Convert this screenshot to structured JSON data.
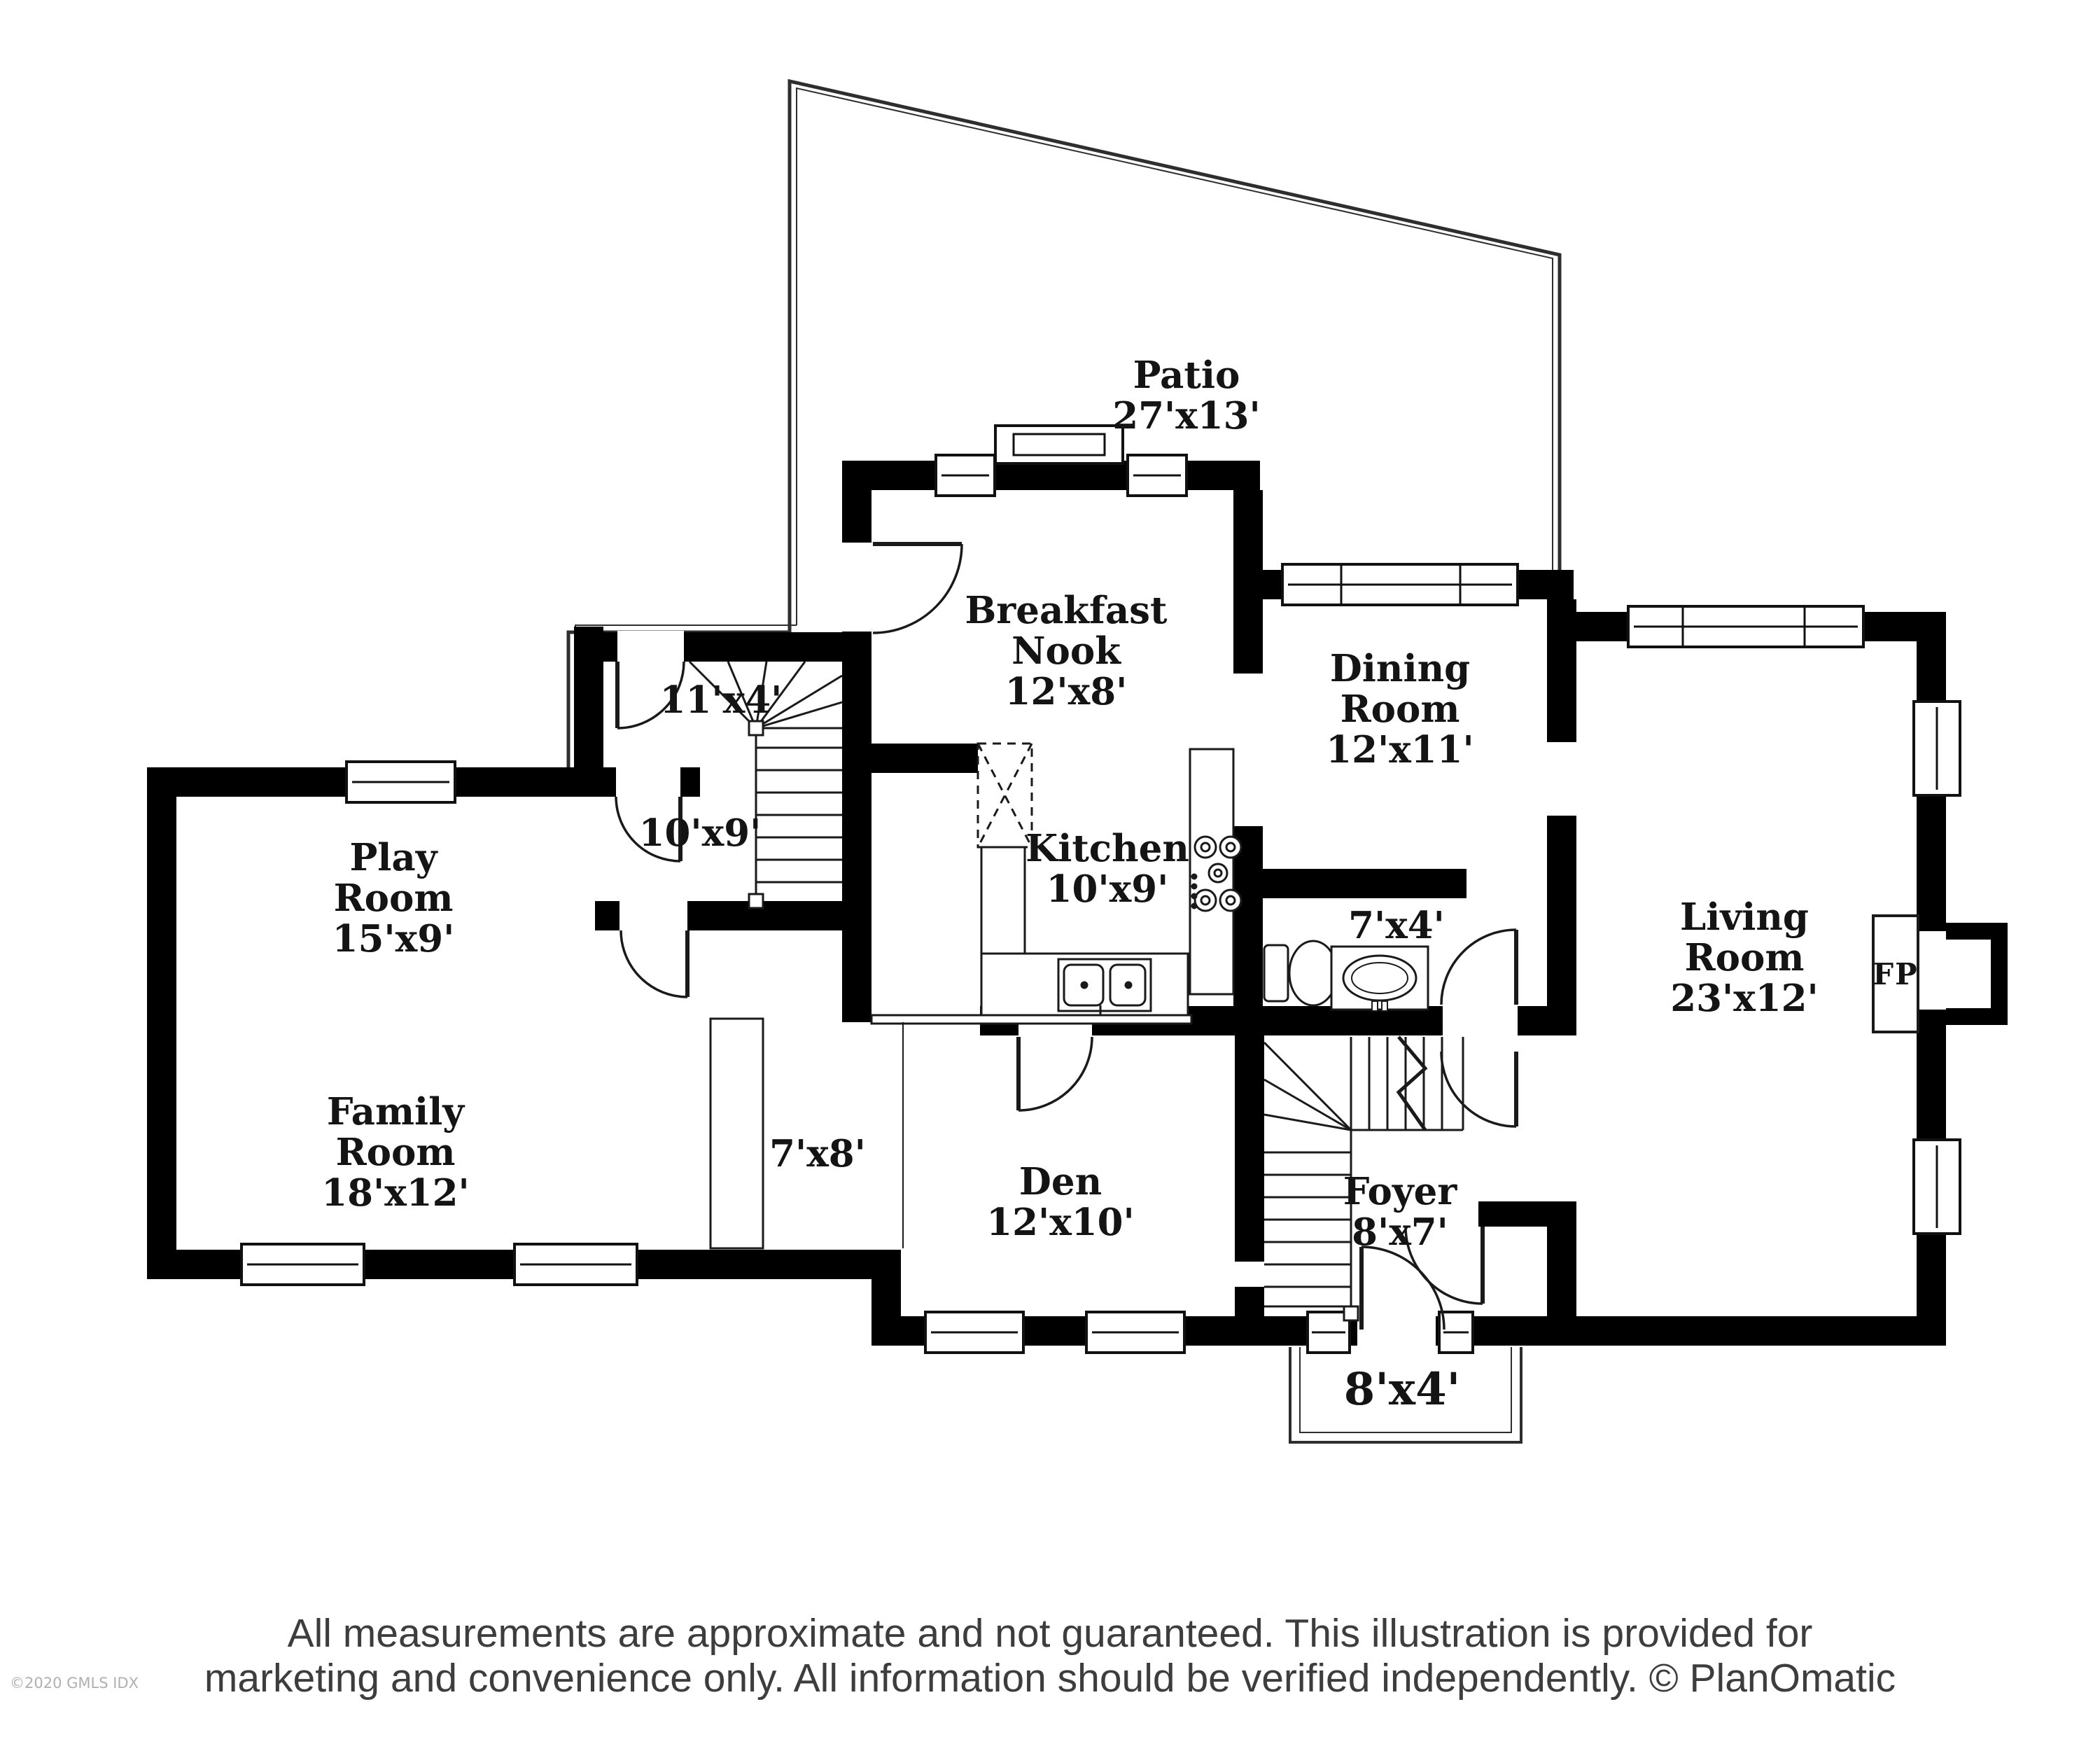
{
  "floorplan": {
    "rooms": {
      "patio": {
        "lines": [
          "Patio",
          "27'x13'"
        ]
      },
      "mudroom": {
        "lines": [
          "11'x4'"
        ]
      },
      "stair_hall": {
        "lines": [
          "10'x9'"
        ]
      },
      "breakfast_nook": {
        "lines": [
          "Breakfast",
          "Nook",
          "12'x8'"
        ]
      },
      "dining_room": {
        "lines": [
          "Dining",
          "Room",
          "12'x11'"
        ]
      },
      "play_room": {
        "lines": [
          "Play",
          "Room",
          "15'x9'"
        ]
      },
      "kitchen": {
        "lines": [
          "Kitchen",
          "10'x9'"
        ]
      },
      "bathroom": {
        "lines": [
          "7'x4'"
        ]
      },
      "living_room": {
        "lines": [
          "Living",
          "Room",
          "23'x12'"
        ]
      },
      "fireplace": {
        "lines": [
          "FP"
        ]
      },
      "family_room": {
        "lines": [
          "Family",
          "Room",
          "18'x12'"
        ]
      },
      "closet_area": {
        "lines": [
          "7'x8'"
        ]
      },
      "den": {
        "lines": [
          "Den",
          "12'x10'"
        ]
      },
      "foyer": {
        "lines": [
          "Foyer",
          "8'x7'"
        ]
      },
      "stoop": {
        "lines": [
          "8'x4'"
        ]
      }
    },
    "features": [
      "staircase-icon",
      "winder-staircase-icon",
      "toilet-icon",
      "vanity-sink-icon",
      "kitchen-sink-icon",
      "cooktop-icon",
      "refrigerator-icon",
      "fireplace-icon",
      "window-icon",
      "door-icon",
      "patio-outline",
      "front-stoop-outline"
    ]
  },
  "footer": {
    "line1": "All measurements are approximate and not guaranteed. This illustration is provided for",
    "line2": "marketing and convenience only. All information should be verified independently. © PlanOmatic",
    "copyright": "©2020 GMLS IDX"
  },
  "colors": {
    "walls": "#000000",
    "lines": "#1a1a1a",
    "patio_outline": "#2e2e2e",
    "label_text": "#141414",
    "footer_text": "#3d3d3d",
    "copyright_text": "#b0b0b0",
    "background": "#ffffff"
  }
}
